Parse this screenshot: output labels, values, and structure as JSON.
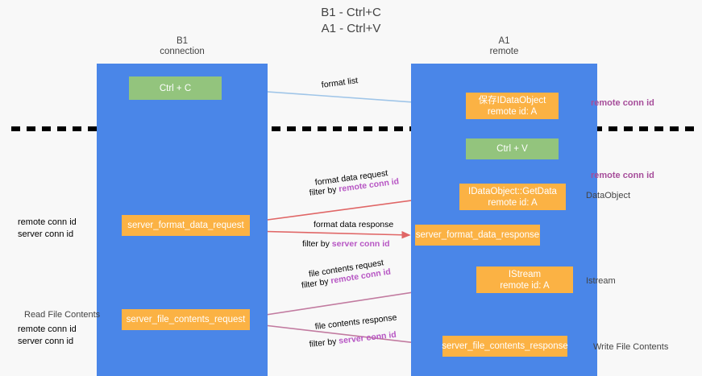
{
  "title": {
    "line1": "B1 - Ctrl+C",
    "line2": "A1 - Ctrl+V"
  },
  "lanes": [
    {
      "name": "b1",
      "title": "B1",
      "subtitle": "connection",
      "color": "#4a86e8"
    },
    {
      "name": "a1",
      "title": "A1",
      "subtitle": "remote",
      "color": "#4a86e8"
    }
  ],
  "nodes": {
    "ctrl_c": {
      "label": "Ctrl + C",
      "color": "#93c47d"
    },
    "idataobject": {
      "line1": "保存IDataObject",
      "line2": "remote id: A",
      "color": "#fbb244"
    },
    "ctrl_v": {
      "label": "Ctrl + V",
      "color": "#93c47d"
    },
    "getdata": {
      "line1": "IDataObject::GetData",
      "line2": "remote id: A",
      "color": "#fbb244"
    },
    "server_format_data_request": {
      "label": "server_format_data_request",
      "color": "#fbb244"
    },
    "server_format_data_response": {
      "label": "server_format_data_response",
      "color": "#fbb244"
    },
    "istream": {
      "line1": "IStream",
      "line2": "remote id: A",
      "color": "#fbb244"
    },
    "server_file_contents_request": {
      "label": "server_file_contents_request",
      "color": "#fbb244"
    },
    "server_file_contents_response": {
      "label": "server_file_contents_response",
      "color": "#fbb244"
    }
  },
  "edges": {
    "format_list": {
      "label": "format list"
    },
    "format_data_request": {
      "label": "format data request",
      "filter_prefix": "filter by ",
      "filter_key": "remote conn id"
    },
    "format_data_response": {
      "label": "format data response",
      "filter_prefix": "filter by ",
      "filter_key": "server conn id"
    },
    "file_contents_request": {
      "label": "file contents request",
      "filter_prefix": "filter by ",
      "filter_key": "remote conn id"
    },
    "file_contents_response": {
      "label": "file contents response",
      "filter_prefix": "filter by ",
      "filter_key": "server conn id"
    }
  },
  "annotations": {
    "right": [
      {
        "text": "remote conn id",
        "color": "#a64d9a"
      },
      {
        "text": "remote conn id",
        "color": "#a64d9a"
      },
      {
        "text": "DataObject",
        "color": "#434343"
      },
      {
        "text": "Istream",
        "color": "#434343"
      },
      {
        "text": "Write File Contents",
        "color": "#434343"
      }
    ],
    "left": [
      {
        "text": "remote conn id",
        "color": "#a64d9a"
      },
      {
        "text": "server conn id",
        "color": "#6aa84f"
      },
      {
        "text": "Read File Contents",
        "color": "#434343"
      },
      {
        "text": "remote conn id",
        "color": "#a64d9a"
      },
      {
        "text": "server conn id",
        "color": "#6aa84f"
      }
    ]
  },
  "colors": {
    "lane": "#4a86e8",
    "green_node": "#93c47d",
    "orange_node": "#fbb244",
    "divider": "#000000",
    "arrow_blue": "#9fc5e8",
    "arrow_red": "#e06666",
    "arrow_magenta": "#c27ba0",
    "arrow_black": "#000000",
    "background": "#f8f8f8"
  }
}
